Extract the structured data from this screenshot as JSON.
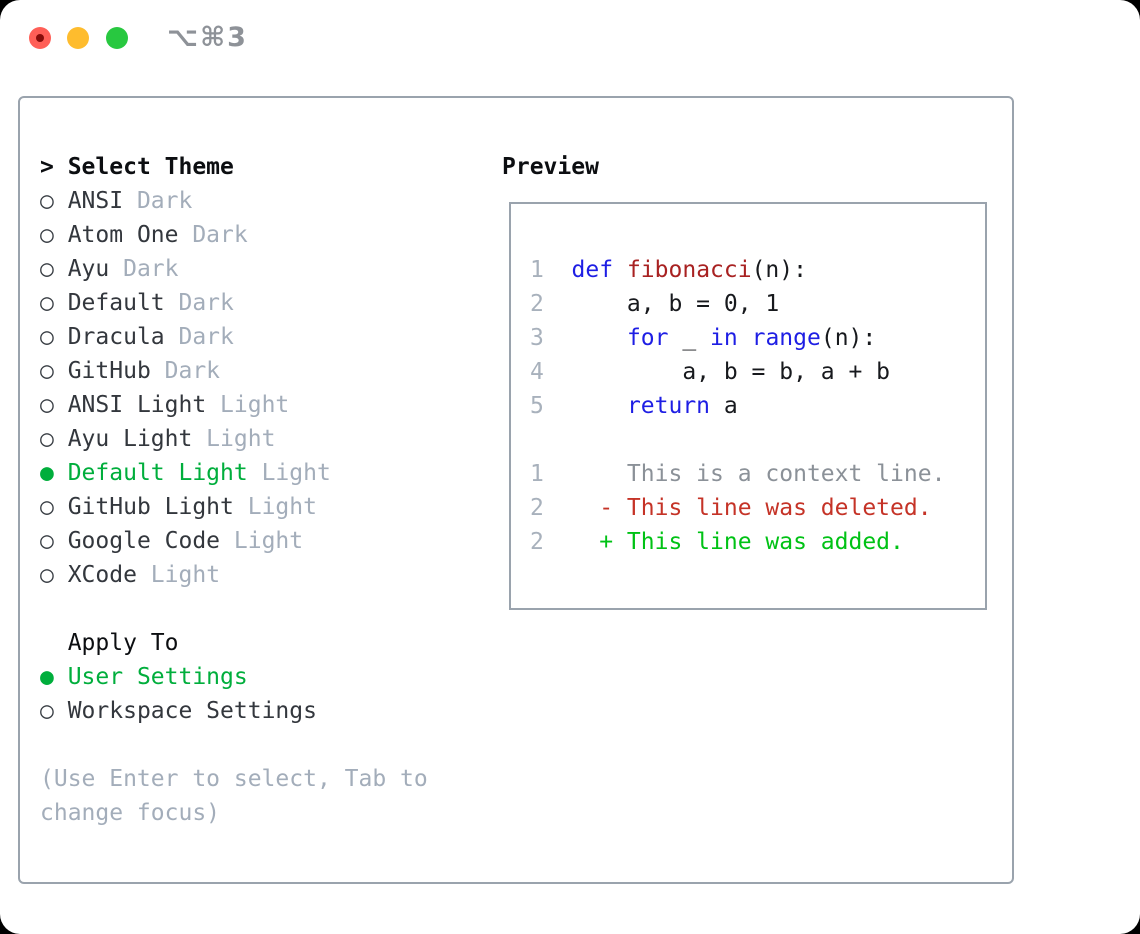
{
  "window": {
    "title": "⌥⌘3",
    "traffic_lights": [
      {
        "name": "close-button",
        "color": "#ff5f57",
        "modified_dot_color": "#870d0a"
      },
      {
        "name": "minimize-button",
        "color": "#febc2e",
        "modified_dot_color": null
      },
      {
        "name": "zoom-button",
        "color": "#28c840",
        "modified_dot_color": null
      }
    ],
    "title_color": "#8e9298"
  },
  "colors": {
    "panel_border": "#9aa3ad",
    "header_text": "#0c0e11",
    "item_text": "#33373d",
    "variant_text": "#a3adba",
    "marker_unselected": "#3a3f45",
    "selected_green": "#00ae3c",
    "help_text": "#a3adba",
    "line_number": "#a8b1bc",
    "keyword_blue": "#1e1ee4",
    "function_red": "#a82121",
    "code_plain": "#17191d",
    "context_gray": "#8b9198",
    "deleted_red": "#c53327",
    "added_green": "#00c215"
  },
  "markers": {
    "selected": "●",
    "unselected": "○",
    "header": ">"
  },
  "theme_panel": {
    "header": "Select Theme",
    "items": [
      {
        "name": "ANSI",
        "variant": "Dark",
        "selected": false
      },
      {
        "name": "Atom One",
        "variant": "Dark",
        "selected": false
      },
      {
        "name": "Ayu",
        "variant": "Dark",
        "selected": false
      },
      {
        "name": "Default",
        "variant": "Dark",
        "selected": false
      },
      {
        "name": "Dracula",
        "variant": "Dark",
        "selected": false
      },
      {
        "name": "GitHub",
        "variant": "Dark",
        "selected": false
      },
      {
        "name": "ANSI Light",
        "variant": "Light",
        "selected": false
      },
      {
        "name": "Ayu Light",
        "variant": "Light",
        "selected": false
      },
      {
        "name": "Default Light",
        "variant": "Light",
        "selected": true
      },
      {
        "name": "GitHub Light",
        "variant": "Light",
        "selected": false
      },
      {
        "name": "Google Code",
        "variant": "Light",
        "selected": false
      },
      {
        "name": "XCode",
        "variant": "Light",
        "selected": false
      }
    ],
    "apply_to": {
      "label": "Apply To",
      "options": [
        {
          "name": "User Settings",
          "selected": true
        },
        {
          "name": "Workspace Settings",
          "selected": false
        }
      ]
    },
    "help_lines": [
      "(Use Enter to select, Tab to",
      "change focus)"
    ]
  },
  "preview": {
    "heading": "Preview",
    "lines": [
      {
        "segments": [
          {
            "t": "1  ",
            "c": "ln"
          },
          {
            "t": "def",
            "c": "kw"
          },
          {
            "t": " ",
            "c": "plain"
          },
          {
            "t": "fibonacci",
            "c": "fn"
          },
          {
            "t": "(n):",
            "c": "plain"
          }
        ]
      },
      {
        "segments": [
          {
            "t": "2  ",
            "c": "ln"
          },
          {
            "t": "    a, b = 0, 1",
            "c": "plain"
          }
        ]
      },
      {
        "segments": [
          {
            "t": "3  ",
            "c": "ln"
          },
          {
            "t": "    ",
            "c": "plain"
          },
          {
            "t": "for",
            "c": "kw"
          },
          {
            "t": " _ ",
            "c": "plain"
          },
          {
            "t": "in",
            "c": "kw"
          },
          {
            "t": " ",
            "c": "plain"
          },
          {
            "t": "range",
            "c": "kw"
          },
          {
            "t": "(n):",
            "c": "plain"
          }
        ]
      },
      {
        "segments": [
          {
            "t": "4  ",
            "c": "ln"
          },
          {
            "t": "        a, b = b, a + b",
            "c": "plain"
          }
        ]
      },
      {
        "segments": [
          {
            "t": "5  ",
            "c": "ln"
          },
          {
            "t": "    ",
            "c": "plain"
          },
          {
            "t": "return",
            "c": "kw"
          },
          {
            "t": " a",
            "c": "plain"
          }
        ]
      },
      {
        "segments": []
      },
      {
        "segments": [
          {
            "t": "1  ",
            "c": "ln"
          },
          {
            "t": "    This is a context line.",
            "c": "ctx"
          }
        ]
      },
      {
        "segments": [
          {
            "t": "2  ",
            "c": "ln"
          },
          {
            "t": "  - This line was deleted.",
            "c": "del"
          }
        ]
      },
      {
        "segments": [
          {
            "t": "2  ",
            "c": "ln"
          },
          {
            "t": "  + This line was added.",
            "c": "add"
          }
        ]
      }
    ]
  }
}
